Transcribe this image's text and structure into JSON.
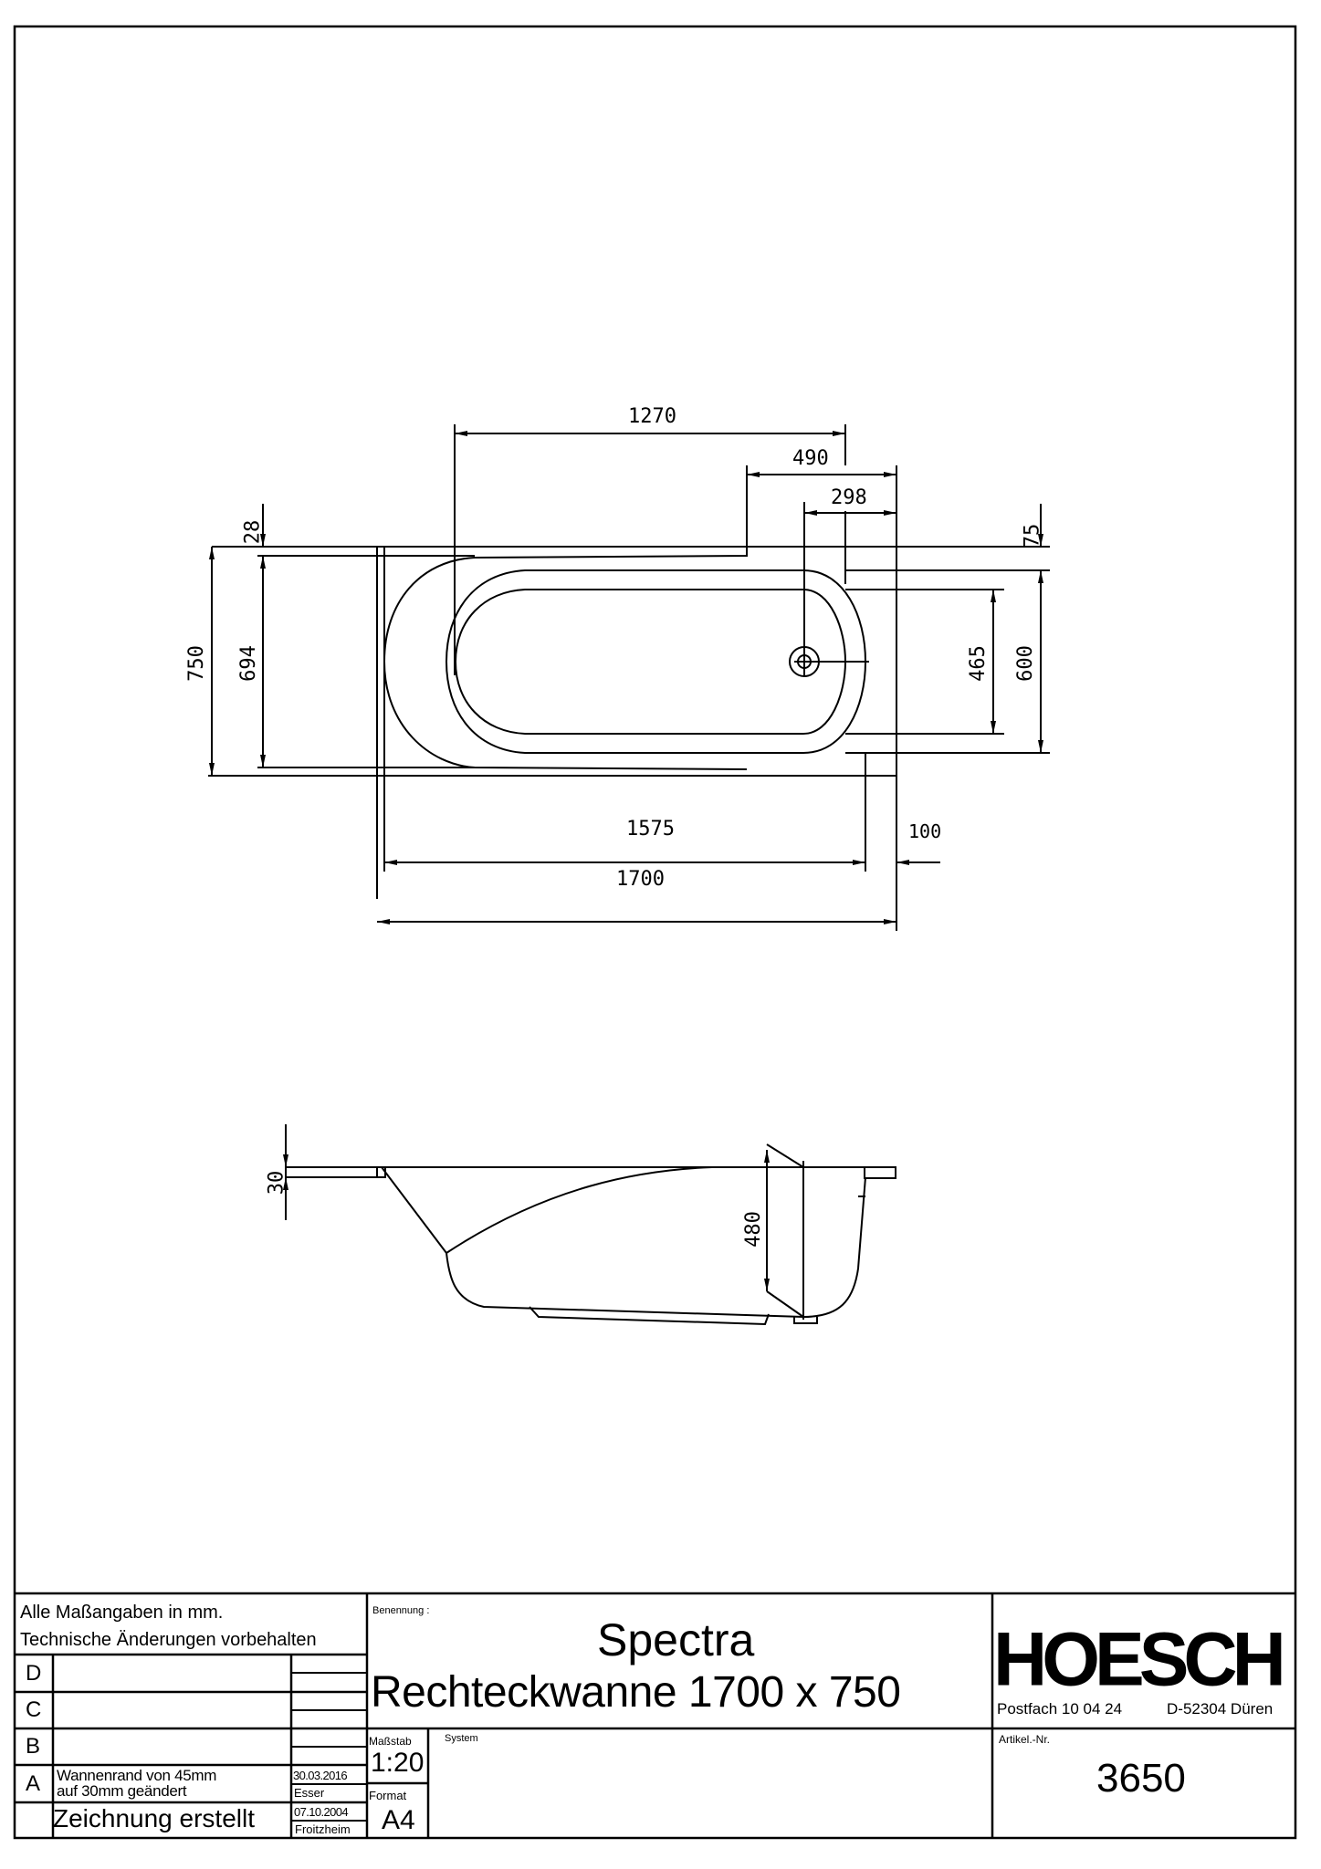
{
  "drawing": {
    "top_view": {
      "dimensions": {
        "length_total": "1700",
        "length_inner": "1575",
        "offset_right": "100",
        "drain_from_left": "1270",
        "step_width": "490",
        "drain_from_right": "298",
        "width_total": "750",
        "width_rim": "694",
        "rim_offset": "28",
        "inner_width": "600",
        "bottom_width": "465",
        "top_offset_right": "75"
      }
    },
    "side_view": {
      "dimensions": {
        "rim_thickness": "30",
        "depth": "480"
      }
    }
  },
  "title_block": {
    "notes": {
      "line1": "Alle Maßangaben in mm.",
      "line2": "Technische Änderungen vorbehalten"
    },
    "revisions": [
      {
        "letter": "D",
        "text": "",
        "date": "",
        "name": ""
      },
      {
        "letter": "C",
        "text": "",
        "date": "",
        "name": ""
      },
      {
        "letter": "B",
        "text": "",
        "date": "",
        "name": ""
      },
      {
        "letter": "A",
        "text_line1": "Wannenrand von 45mm",
        "text_line2": "auf 30mm geändert",
        "date": "30.03.2016",
        "name": "Esser"
      }
    ],
    "created": {
      "text": "Zeichnung erstellt",
      "date": "07.10.2004",
      "name": "Froitzheim"
    },
    "benennung_label": "Benennung :",
    "product_name": "Spectra",
    "product_desc": "Rechteckwanne 1700 x 750",
    "massstab_label": "Maßstab",
    "massstab_value": "1:20",
    "format_label": "Format",
    "format_value": "A4",
    "system_label": "System",
    "company": {
      "logo": "HOESCH",
      "postfach": "Postfach 10 04 24",
      "city": "D-52304 Düren"
    },
    "artikel_label": "Artikel.-Nr.",
    "artikel_value": "3650"
  }
}
